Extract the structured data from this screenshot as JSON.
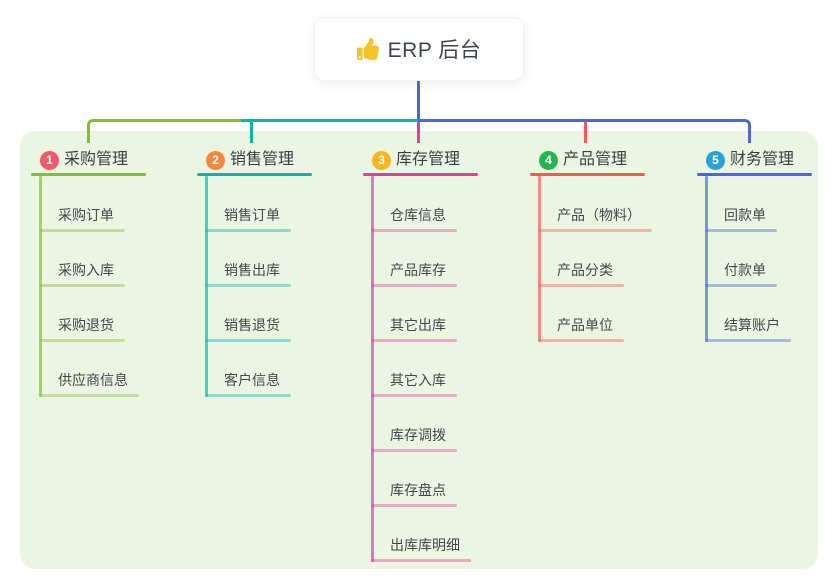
{
  "root": {
    "title": "ERP 后台",
    "icon": "thumbs-up-icon",
    "icon_color": "#f5c328",
    "line_color": "#4a66cf"
  },
  "canvas": {
    "background": "#ffffff",
    "panel_background": "#eaf6e2"
  },
  "branches": [
    {
      "number": "1",
      "label": "采购管理",
      "badge_color": "#f1596f",
      "line_color": "#83ba3f",
      "children": [
        "采购订单",
        "采购入库",
        "采购退货",
        "供应商信息"
      ]
    },
    {
      "number": "2",
      "label": "销售管理",
      "badge_color": "#f6873d",
      "line_color": "#10b2ad",
      "children": [
        "销售订单",
        "销售出库",
        "销售退货",
        "客户信息"
      ]
    },
    {
      "number": "3",
      "label": "库存管理",
      "badge_color": "#f9b51f",
      "line_color": "#e23d98",
      "children": [
        "仓库信息",
        "产品库存",
        "其它出库",
        "其它入库",
        "库存调拨",
        "库存盘点",
        "出库库明细"
      ]
    },
    {
      "number": "4",
      "label": "产品管理",
      "badge_color": "#27b450",
      "line_color": "#f95953",
      "children": [
        "产品（物料）",
        "产品分类",
        "产品单位"
      ]
    },
    {
      "number": "5",
      "label": "财务管理",
      "badge_color": "#2aa0da",
      "line_color": "#4b67d1",
      "children": [
        "回款单",
        "付款单",
        "结算账户"
      ]
    }
  ]
}
